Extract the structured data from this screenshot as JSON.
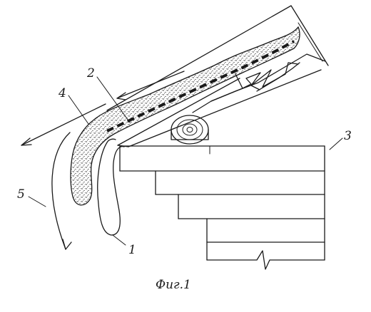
{
  "figure": {
    "caption": "Фиг.1",
    "colors": {
      "ink": "#1a1a1a",
      "background": "#ffffff",
      "stipple": "#1a1a1a"
    },
    "callouts": [
      {
        "id": "1",
        "label": "1"
      },
      {
        "id": "2",
        "label": "2"
      },
      {
        "id": "3",
        "label": "3"
      },
      {
        "id": "4",
        "label": "4"
      },
      {
        "id": "5",
        "label": "5"
      }
    ]
  }
}
